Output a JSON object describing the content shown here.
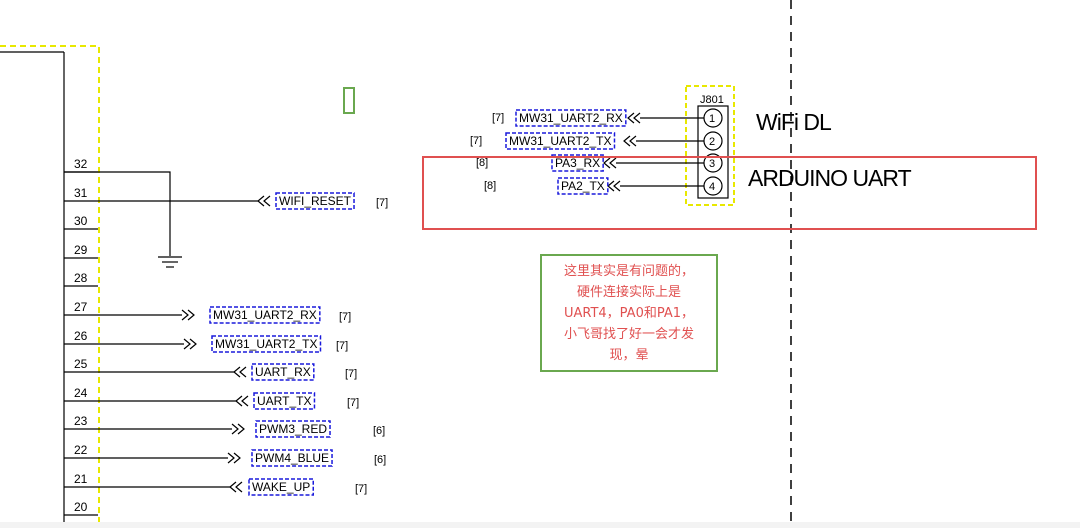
{
  "left_connector": {
    "pins": [
      {
        "num": "32"
      },
      {
        "num": "31"
      },
      {
        "num": "30"
      },
      {
        "num": "29"
      },
      {
        "num": "28"
      },
      {
        "num": "27"
      },
      {
        "num": "26"
      },
      {
        "num": "25"
      },
      {
        "num": "24"
      },
      {
        "num": "23"
      },
      {
        "num": "22"
      },
      {
        "num": "21"
      },
      {
        "num": "20"
      }
    ]
  },
  "left_nets": [
    {
      "name": "WIFI_RESET",
      "ref": "[7]",
      "dir": "in",
      "pin": "31"
    },
    {
      "name": "MW31_UART2_RX",
      "ref": "[7]",
      "dir": "out",
      "pin": "27"
    },
    {
      "name": "MW31_UART2_TX",
      "ref": "[7]",
      "dir": "out",
      "pin": "26"
    },
    {
      "name": "UART_RX",
      "ref": "[7]",
      "dir": "in",
      "pin": "25"
    },
    {
      "name": "UART_TX",
      "ref": "[7]",
      "dir": "in",
      "pin": "24"
    },
    {
      "name": "PWM3_RED",
      "ref": "[6]",
      "dir": "out",
      "pin": "23"
    },
    {
      "name": "PWM4_BLUE",
      "ref": "[6]",
      "dir": "out",
      "pin": "22"
    },
    {
      "name": "WAKE_UP",
      "ref": "[7]",
      "dir": "in",
      "pin": "21"
    }
  ],
  "j801": {
    "designator": "J801",
    "pins": [
      "1",
      "2",
      "3",
      "4"
    ],
    "nets": [
      {
        "name": "MW31_UART2_RX",
        "ref": "[7]"
      },
      {
        "name": "MW31_UART2_TX",
        "ref": "[7]"
      },
      {
        "name": "PA3_RX",
        "ref": "[8]"
      },
      {
        "name": "PA2_TX",
        "ref": "[8]"
      }
    ]
  },
  "labels": {
    "wifi_dl": "WiFi DL",
    "arduino_uart": "ARDUINO UART"
  },
  "note": {
    "lines": [
      "这里其实是有问题的，",
      "硬件连接实际上是",
      "UART4，PA0和PA1，",
      "小飞哥找了好一会才发",
      "现，晕"
    ]
  },
  "colors": {
    "net_box": "#1a1adc",
    "highlight_box": "#e8e800",
    "red_box": "#e05050",
    "note_border": "#6aa84f",
    "note_text": "#e05050"
  }
}
